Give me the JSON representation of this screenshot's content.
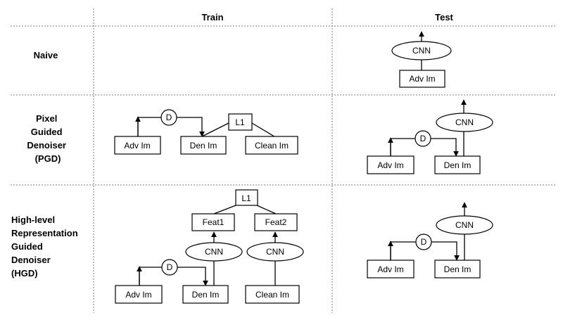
{
  "header": {
    "train": "Train",
    "test": "Test"
  },
  "rows": [
    {
      "label_lines": [
        "Naive"
      ]
    },
    {
      "label_lines": [
        "Pixel",
        "Guided",
        "Denoiser",
        "(PGD)"
      ]
    },
    {
      "label_lines": [
        "High-level",
        "Representation",
        "Guided",
        "Denoiser",
        "(HGD)"
      ]
    }
  ],
  "nodes": {
    "adv_im": "Adv Im",
    "den_im": "Den Im",
    "clean_im": "Clean Im",
    "cnn": "CNN",
    "denoiser": "D",
    "l1": "L1",
    "feat1": "Feat1",
    "feat2": "Feat2"
  }
}
